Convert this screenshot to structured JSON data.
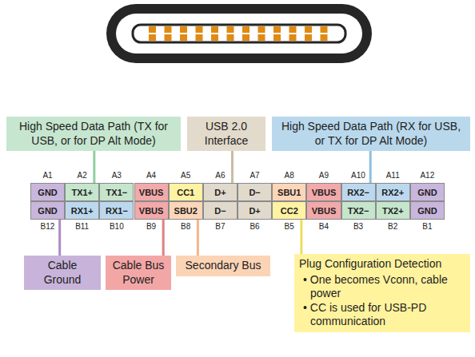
{
  "diagram": {
    "nodes": [
      {
        "text": [
          "High Speed Data Path (TX for USB, or for DP Alt Mode)"
        ]
      },
      {
        "text": [
          "USB 2.0 Interface"
        ]
      },
      {
        "text": [
          "High Speed Data Path (RX for USB, or TX for DP Alt Mode)"
        ]
      },
      {
        "text": [
          "GND"
        ]
      },
      {
        "text": [
          "TX1+"
        ]
      },
      {
        "text": [
          "TX1−"
        ]
      },
      {
        "text": [
          "VBUS"
        ]
      },
      {
        "text": [
          "CC1"
        ]
      },
      {
        "text": [
          "D+"
        ]
      },
      {
        "text": [
          "D−"
        ]
      },
      {
        "text": [
          "SBU1"
        ]
      },
      {
        "text": [
          "VBUS"
        ]
      },
      {
        "text": [
          "RX2−"
        ]
      },
      {
        "text": [
          "RX2+"
        ]
      },
      {
        "text": [
          "GND"
        ]
      },
      {
        "text": [
          "GND"
        ]
      },
      {
        "text": [
          "RX1+"
        ]
      },
      {
        "text": [
          "RX1−"
        ]
      },
      {
        "text": [
          "VBUS"
        ]
      },
      {
        "text": [
          "SBU2"
        ]
      },
      {
        "text": [
          "D−"
        ]
      },
      {
        "text": [
          "D+"
        ]
      },
      {
        "text": [
          "CC2"
        ]
      },
      {
        "text": [
          "VBUS"
        ]
      },
      {
        "text": [
          "TX2−"
        ]
      },
      {
        "text": [
          "TX2+"
        ]
      },
      {
        "text": [
          "GND"
        ]
      },
      {
        "text": [
          "Cable Ground"
        ]
      },
      {
        "text": [
          "Cable Bus Power"
        ]
      },
      {
        "text": [
          "Secondary Bus"
        ]
      },
      {
        "text": [
          "Plug Configuration Detection",
          "• One becomes Vconn, cable power",
          "• CC is used for USB-PD communication"
        ]
      }
    ],
    "edges": [
      {
        "from": 0,
        "to": 4,
        "arrow": "none"
      },
      {
        "from": 1,
        "to": 8,
        "arrow": "none"
      },
      {
        "from": 2,
        "to": 12,
        "arrow": "none"
      },
      {
        "from": 27,
        "to": 15,
        "arrow": "none"
      },
      {
        "from": 28,
        "to": 18,
        "arrow": "none"
      },
      {
        "from": 29,
        "to": 19,
        "arrow": "none"
      },
      {
        "from": 30,
        "to": 22,
        "arrow": "none"
      }
    ],
    "labels": [
      "A1",
      "A2",
      "A3",
      "A4",
      "A5",
      "A6",
      "A7",
      "A8",
      "A9",
      "A10",
      "A11",
      "A12",
      "B12",
      "B11",
      "B10",
      "B9",
      "B8",
      "B7",
      "B6",
      "B5",
      "B4",
      "B3",
      "B2",
      "B1"
    ]
  }
}
